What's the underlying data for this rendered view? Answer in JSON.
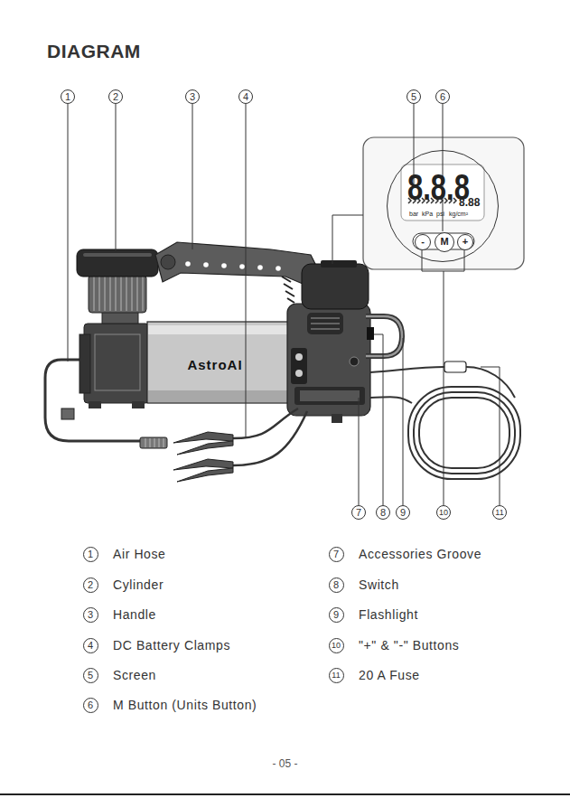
{
  "diagram": {
    "title": "DIAGRAM",
    "nodes": [
      {
        "text": [
          "8.8.8",
          "8.88",
          "bar",
          "kPa",
          "psi",
          "kg/cm²"
        ]
      },
      {
        "text": [
          "-"
        ],
        "in": 0
      },
      {
        "text": [
          "M"
        ],
        "in": 0
      },
      {
        "text": [
          "+"
        ],
        "in": 0
      }
    ],
    "labels": [
      "1",
      "2",
      "3",
      "4",
      "5",
      "6",
      "7",
      "8",
      "9",
      "10",
      "11",
      "1",
      "Air Hose",
      "2",
      "Cylinder",
      "3",
      "Handle",
      "4",
      "DC Battery Clamps",
      "5",
      "Screen",
      "6",
      "M Button (Units Button)",
      "7",
      "Accessories Groove",
      "8",
      "Switch",
      "9",
      "Flashlight",
      "10",
      "\"+\" & \"-\" Buttons",
      "11",
      "20 A Fuse",
      "AstroAI",
      "- 05 -"
    ]
  }
}
